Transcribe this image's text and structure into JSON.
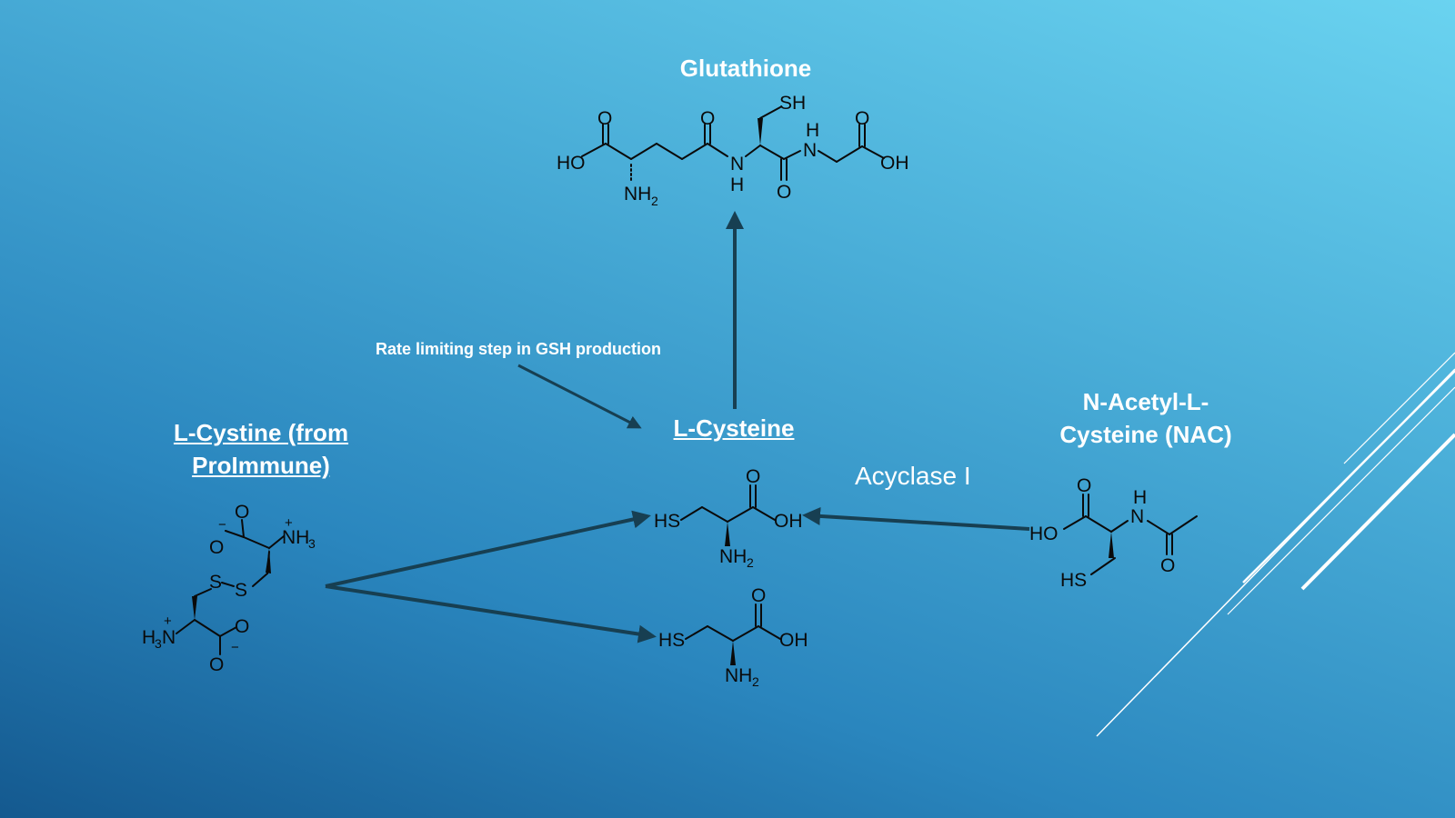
{
  "titles": {
    "glutathione": "Glutathione",
    "cysteine": "L-Cysteine",
    "cystine_line1": "L-Cystine (from",
    "cystine_line2": "ProImmune)",
    "nac_line1": "N-Acetyl-L-",
    "nac_line2": "Cysteine (NAC)"
  },
  "annotations": {
    "rate_limiting": "Rate limiting step in GSH production",
    "enzyme": "Acyclase I"
  },
  "atoms": {
    "O": "O",
    "OH": "OH",
    "HO": "HO",
    "HS": "HS",
    "SH": "SH",
    "N": "N",
    "H": "H",
    "NH": "NH",
    "S": "S",
    "plus": "+",
    "minus": "−",
    "sub2": "2",
    "sub3": "3"
  },
  "colors": {
    "arrow": "#173f52",
    "structure": "#0a0a0a",
    "text": "#ffffff",
    "deco_lines": "#ffffff"
  }
}
